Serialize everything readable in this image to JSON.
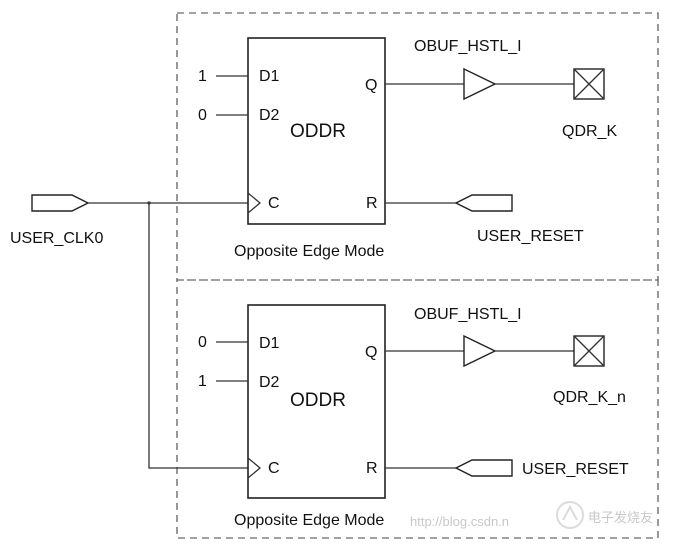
{
  "clock_input": {
    "label": "USER_CLK0"
  },
  "modules": [
    {
      "type_label": "ODDR",
      "mode_label": "Opposite Edge Mode",
      "d1_value": "1",
      "d2_value": "0",
      "pins": {
        "d1": "D1",
        "d2": "D2",
        "q": "Q",
        "c": "C",
        "r": "R"
      },
      "buffer_label": "OBUF_HSTL_I",
      "output_label": "QDR_K",
      "reset_label": "USER_RESET"
    },
    {
      "type_label": "ODDR",
      "mode_label": "Opposite Edge Mode",
      "d1_value": "0",
      "d2_value": "1",
      "pins": {
        "d1": "D1",
        "d2": "D2",
        "q": "Q",
        "c": "C",
        "r": "R"
      },
      "buffer_label": "OBUF_HSTL_I",
      "output_label": "QDR_K_n",
      "reset_label": "USER_RESET"
    }
  ],
  "watermark": {
    "text": "http://blog.csdn.n",
    "brand": "电子发烧友"
  }
}
